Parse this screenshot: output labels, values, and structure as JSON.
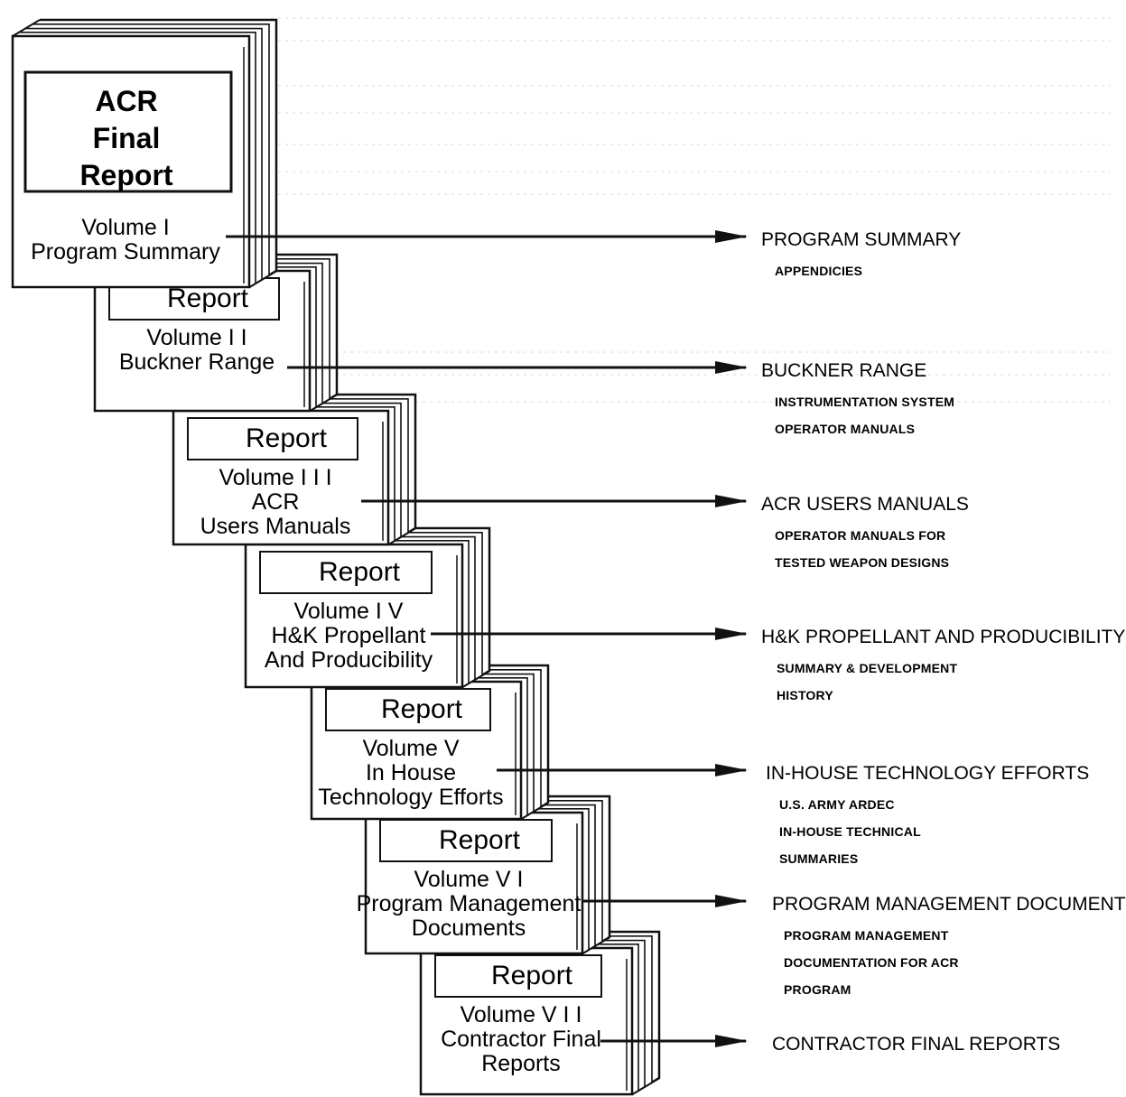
{
  "cover": {
    "title_lines": [
      "ACR",
      "Final",
      "Report"
    ]
  },
  "volumes": [
    {
      "tab": "",
      "label_lines": [
        "Volume I",
        "Program Summary"
      ],
      "title": "PROGRAM SUMMARY",
      "desc": [
        "APPENDICIES"
      ]
    },
    {
      "tab": "Report",
      "label_lines": [
        "Volume I I",
        "Buckner Range"
      ],
      "title": "BUCKNER RANGE",
      "desc": [
        "INSTRUMENTATION SYSTEM",
        "OPERATOR MANUALS"
      ]
    },
    {
      "tab": "Report",
      "label_lines": [
        "Volume I I I",
        "ACR",
        "Users Manuals"
      ],
      "title": "ACR USERS MANUALS",
      "desc": [
        "OPERATOR MANUALS FOR",
        "TESTED WEAPON DESIGNS"
      ]
    },
    {
      "tab": "Report",
      "label_lines": [
        "Volume I V",
        "H&K Propellant",
        "And Producibility"
      ],
      "title": "H&K PROPELLANT AND PRODUCIBILITY",
      "desc": [
        "SUMMARY & DEVELOPMENT",
        "HISTORY"
      ]
    },
    {
      "tab": "Report",
      "label_lines": [
        "Volume V",
        "In House",
        "Technology Efforts"
      ],
      "title": "IN-HOUSE TECHNOLOGY EFFORTS",
      "desc": [
        "U.S. ARMY ARDEC",
        "IN-HOUSE TECHNICAL",
        "SUMMARIES"
      ]
    },
    {
      "tab": "Report",
      "label_lines": [
        "Volume V I",
        "Program Management",
        "Documents"
      ],
      "title": "PROGRAM MANAGEMENT DOCUMENTS",
      "desc": [
        "PROGRAM MANAGEMENT",
        "DOCUMENTATION FOR ACR",
        "PROGRAM"
      ]
    },
    {
      "tab": "Report",
      "label_lines": [
        "Volume V I I",
        "Contractor Final",
        "Reports"
      ],
      "title": "CONTRACTOR FINAL REPORTS",
      "desc": []
    }
  ]
}
